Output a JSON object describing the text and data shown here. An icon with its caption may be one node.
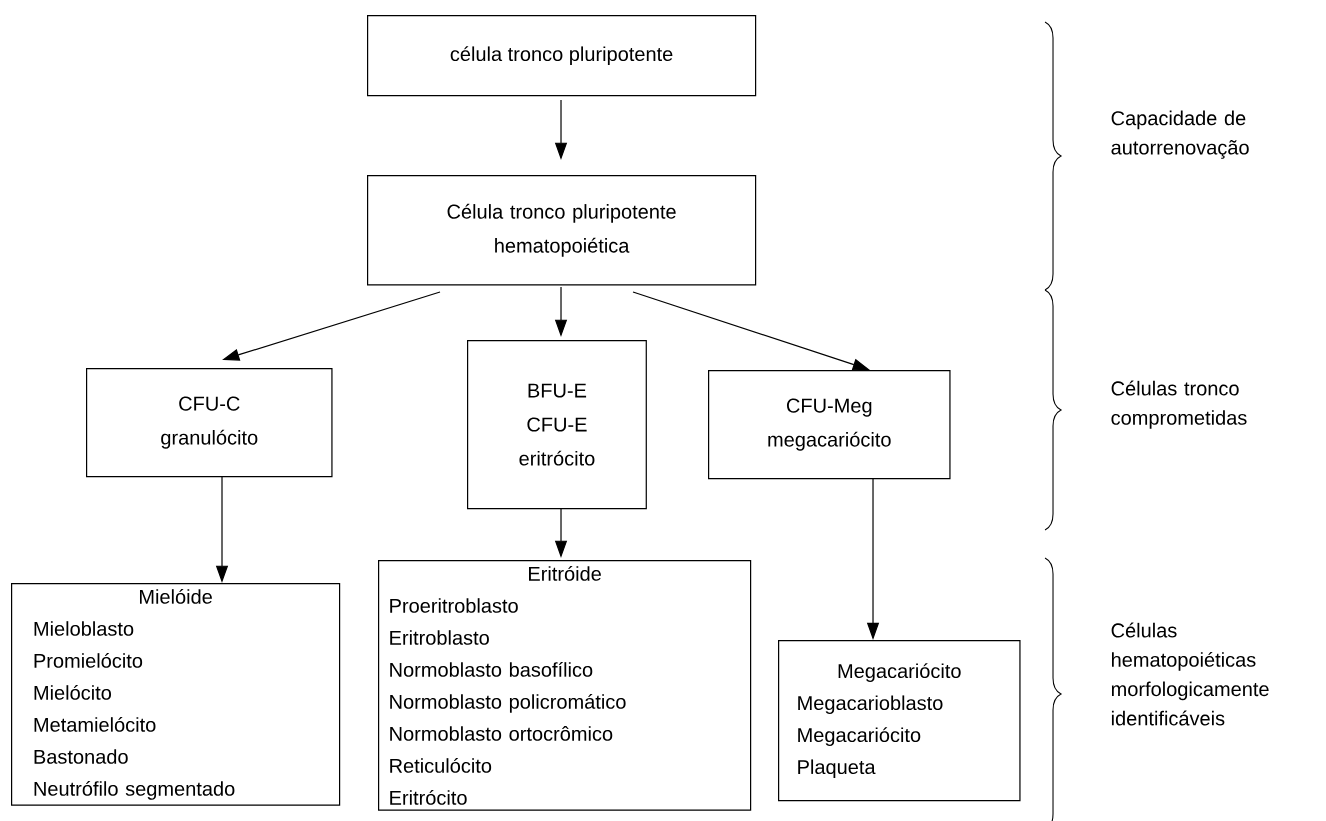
{
  "diagram": {
    "nodes": [
      {
        "text": [
          "célula tronco pluripotente"
        ]
      },
      {
        "text": [
          "Célula tronco pluripotente hematopoiética"
        ]
      },
      {
        "text": [
          "CFU-C",
          "granulócito"
        ]
      },
      {
        "text": [
          "BFU-E",
          "CFU-E",
          "eritrócito"
        ]
      },
      {
        "text": [
          "CFU-Meg",
          "megacariócito"
        ]
      },
      {
        "text": [
          "Mielóide",
          "Mieloblasto",
          "Promielócito",
          "Mielócito",
          "Metamielócito",
          "Bastonado",
          "Neutrófilo segmentado"
        ]
      },
      {
        "text": [
          "Eritróide",
          "Proeritroblasto",
          "Eritroblasto",
          "Normoblasto basofílico",
          "Normoblasto policromático",
          "Normoblasto ortocrômico",
          "Reticulócito",
          "Eritrócito"
        ]
      },
      {
        "text": [
          "Megacariócito",
          "Megacarioblasto",
          "Megacariócito",
          "Plaqueta"
        ]
      }
    ],
    "edges": [
      {
        "from": 0,
        "to": 1,
        "arrow": "to"
      },
      {
        "from": 1,
        "to": 2,
        "arrow": "to"
      },
      {
        "from": 1,
        "to": 3,
        "arrow": "to"
      },
      {
        "from": 1,
        "to": 4,
        "arrow": "to"
      },
      {
        "from": 2,
        "to": 5,
        "arrow": "to"
      },
      {
        "from": 3,
        "to": 6,
        "arrow": "to"
      },
      {
        "from": 4,
        "to": 7,
        "arrow": "to"
      }
    ],
    "labels": [
      "Capacidade de autorrenovação",
      "Células tronco comprometidas",
      "Células hematopoiéticas morfologicamente identificáveis"
    ]
  }
}
